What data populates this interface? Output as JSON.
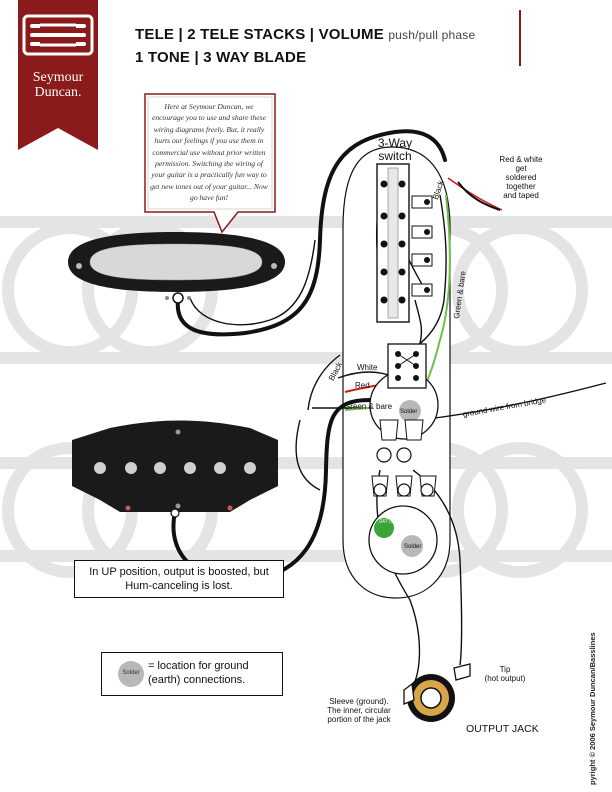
{
  "brand": {
    "line1": "Seymour",
    "line2": "Duncan.",
    "accent": "#8b1a1a"
  },
  "header": {
    "title_line1_main": "TELE | 2 TELE STACKS | VOLUME",
    "title_line1_suffix": "push/pull phase",
    "title_line2": "1 TONE | 3 WAY BLADE"
  },
  "speech_bubble": "Here at Seymour Duncan, we encourage you to use and share these wiring diagrams freely. But, it really hurts our feelings if you use them in commercial use without prior written permission. Switching the wiring of your guitar is a practically fun way to get new tones out of your guitar... Now go have fun!",
  "labels": {
    "switch": "3-Way switch",
    "switch_line1": "3-Way",
    "switch_line2": "switch",
    "red_white_note": [
      "Red & white",
      "get",
      "soldered",
      "together",
      "and taped"
    ],
    "black_top": "Black",
    "green_bare_right": "Green & bare",
    "black_left": "Black",
    "white": "White",
    "red": "Red",
    "green_bare_bottom": "Green & bare",
    "solder_1": "Solder",
    "solder_2": "Solder",
    "ground_wire": "ground wire from bridge",
    "cap": ".047 cap",
    "tip": "Tip",
    "tip_sub": "(hot output)",
    "sleeve": [
      "Sleeve (ground).",
      "The inner, circular",
      "portion of the jack"
    ],
    "output_jack": "OUTPUT JACK"
  },
  "up_note": [
    "In UP position, output is boosted, but",
    "Hum-canceling is lost."
  ],
  "legend": {
    "dot_label": "Solder",
    "text": [
      "= location for ground",
      "(earth) connections."
    ]
  },
  "copyright": "pyright © 2006 Seymour Duncan/Basslines",
  "colors": {
    "wire_black": "#111111",
    "wire_red": "#d11a1a",
    "wire_green": "#6cc04a",
    "cap_green": "#3aa63a",
    "jack_gold": "#d9a54a"
  }
}
